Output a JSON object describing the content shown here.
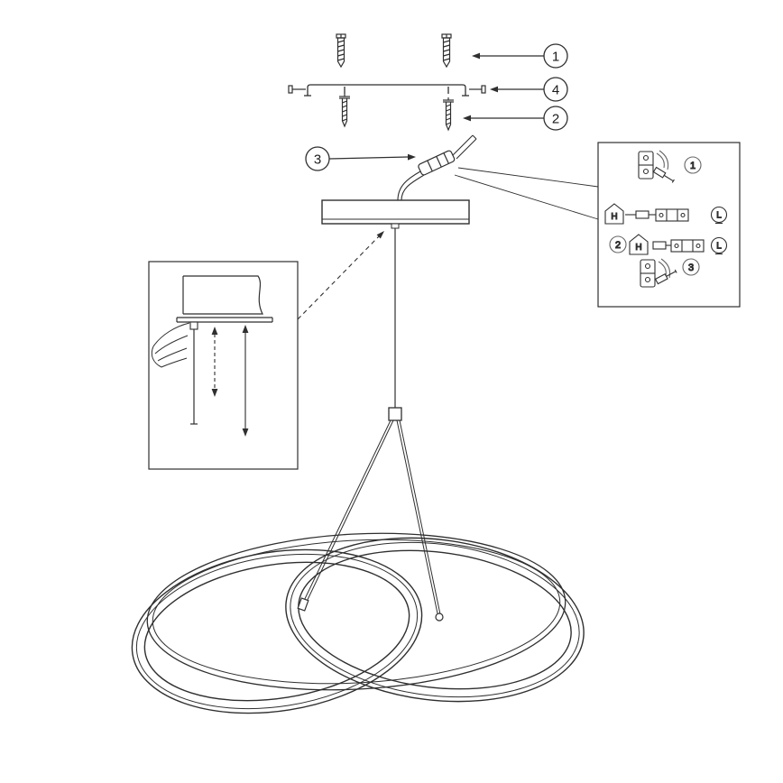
{
  "style": {
    "line_color": "#2f2f2f",
    "background": "#ffffff",
    "step_gray": "#666666"
  },
  "figure": {
    "callouts": {
      "n1": "1",
      "n2": "2",
      "n3": "3",
      "n4": "4"
    },
    "wiring_inset": {
      "steps": {
        "s1": "1",
        "s2": "2",
        "s3": "3"
      },
      "labels": {
        "h1": "H",
        "l1": "L",
        "h2": "H",
        "l2": "L"
      }
    }
  }
}
